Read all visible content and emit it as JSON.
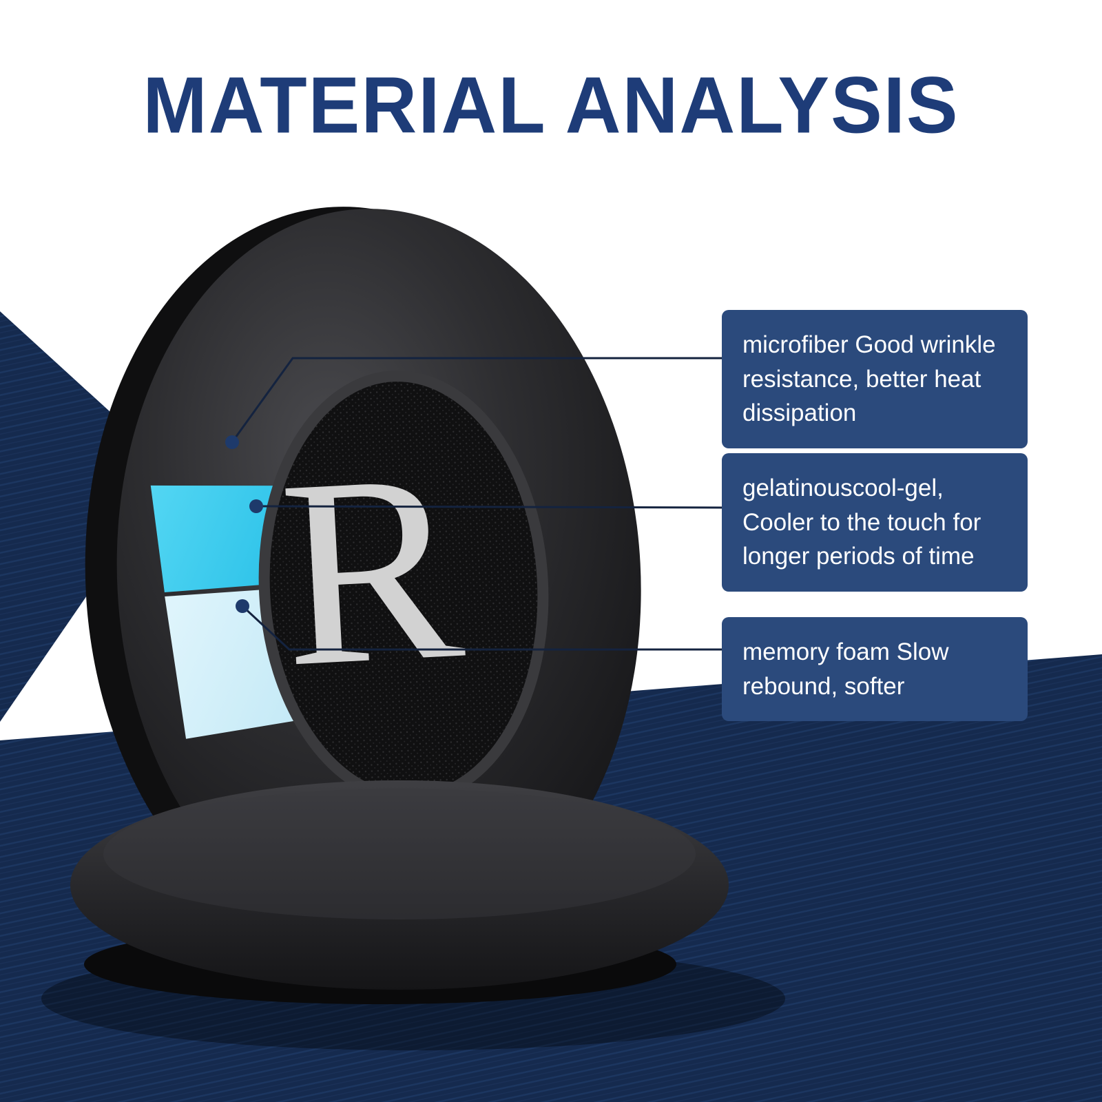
{
  "title": "MATERIAL ANALYSIS",
  "product": {
    "ear_marker": "R"
  },
  "callouts": [
    {
      "text": "microfiber Good wrinkle resistance, better heat dissipation"
    },
    {
      "text": "gelatinouscool-gel, Cooler to the touch for longer periods of time"
    },
    {
      "text": "memory foam Slow rebound, softer"
    }
  ],
  "colors": {
    "title_color": "#1e3c78",
    "callout_bg": "#2b4a7c",
    "callout_text": "#ffffff",
    "navy_bg": "#152a4e",
    "navy_stripe": "#23406e",
    "gel_color": "#2ac1e8",
    "foam_color": "#c3e9f6",
    "line_color": "#14233f"
  }
}
